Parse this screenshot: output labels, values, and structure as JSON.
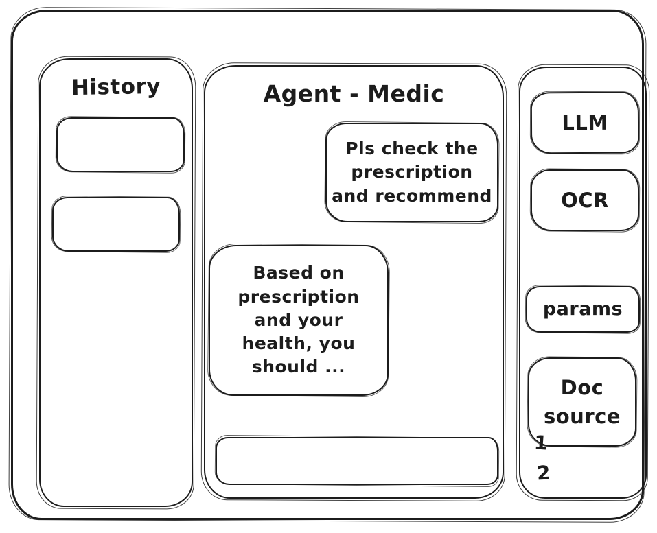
{
  "window": {
    "ink_color": "#1c1c1c",
    "background_color": "#ffffff"
  },
  "history": {
    "title": "History",
    "items": [
      {
        "label": ""
      },
      {
        "label": ""
      }
    ]
  },
  "chat": {
    "title": "Agent - Medic",
    "messages": [
      {
        "role": "user",
        "text": "Pls check the\nprescription\nand recommend"
      },
      {
        "role": "assistant",
        "text": "Based on\nprescription\nand your\nhealth, you\nshould ..."
      }
    ],
    "input": {
      "value": "",
      "placeholder": ""
    }
  },
  "tools": {
    "items": [
      {
        "label": "LLM"
      },
      {
        "label": "OCR"
      },
      {
        "label": "params"
      },
      {
        "label": "Doc source"
      }
    ],
    "annotations": [
      {
        "label": "1"
      },
      {
        "label": "2"
      }
    ]
  }
}
